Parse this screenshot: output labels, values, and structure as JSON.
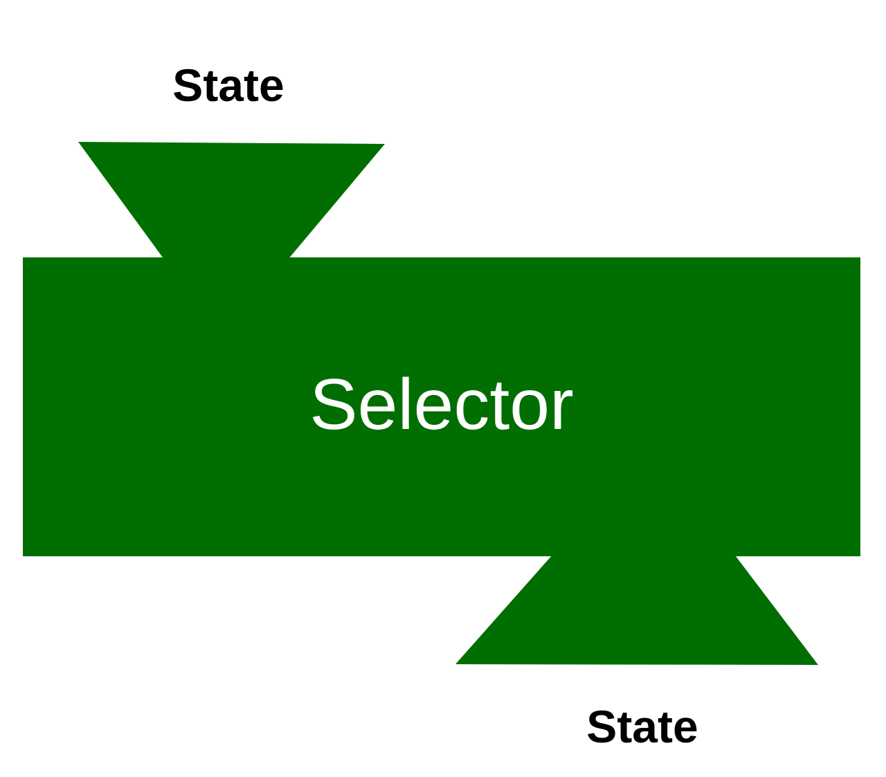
{
  "colors": {
    "shape_fill": "#006e00",
    "selector_text": "#ffffff",
    "state_text": "#000000",
    "background": "#ffffff"
  },
  "diagram": {
    "top_state": {
      "label": "State"
    },
    "selector": {
      "label": "Selector"
    },
    "bottom_state": {
      "label": "State"
    }
  }
}
